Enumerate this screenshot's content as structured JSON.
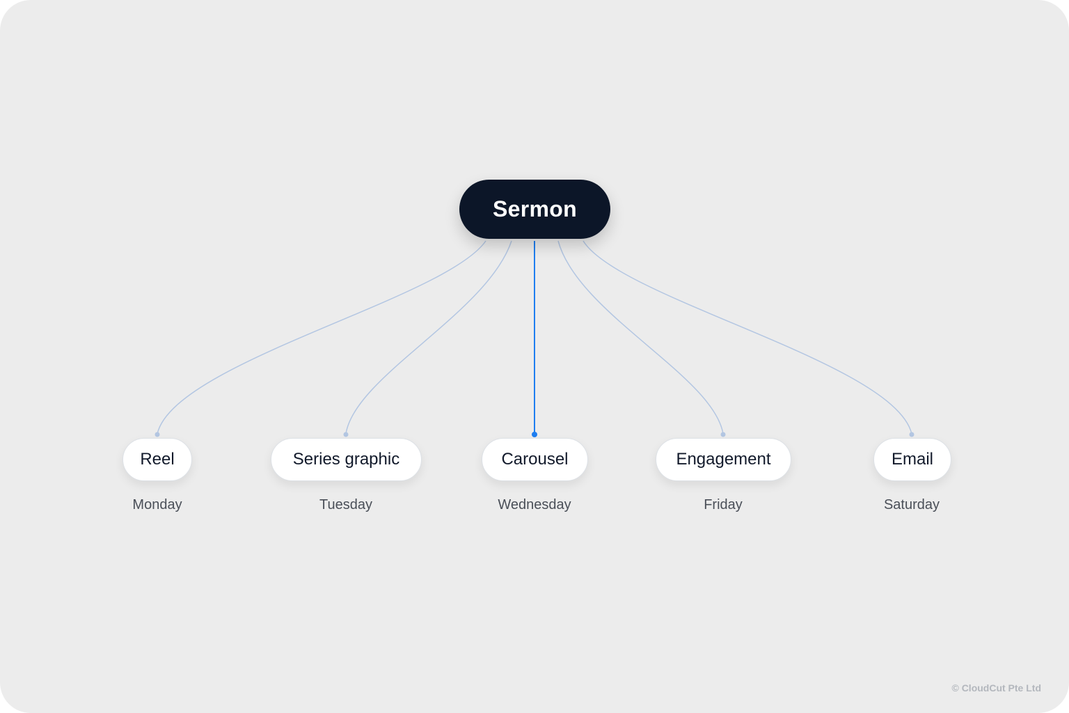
{
  "root": {
    "label": "Sermon"
  },
  "children": [
    {
      "label": "Reel",
      "day": "Monday",
      "active": false
    },
    {
      "label": "Series graphic",
      "day": "Tuesday",
      "active": false
    },
    {
      "label": "Carousel",
      "day": "Wednesday",
      "active": true
    },
    {
      "label": "Engagement",
      "day": "Friday",
      "active": false
    },
    {
      "label": "Email",
      "day": "Saturday",
      "active": false
    }
  ],
  "colors": {
    "background": "#ececec",
    "root_fill": "#0c1628",
    "link_default": "#b3c6e2",
    "link_active": "#1e7ef0"
  },
  "footer": {
    "copyright": "© CloudCut Pte Ltd"
  }
}
